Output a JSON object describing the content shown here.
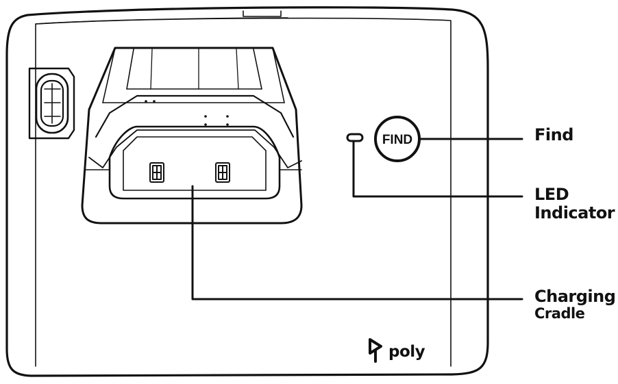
{
  "base_unit": {
    "find_button_text": "FIND",
    "brand_logo_text": "poly"
  },
  "callouts": {
    "find": "Find",
    "led_line1": "LED",
    "led_line2": "Indicator",
    "cradle_line1": "Charging",
    "cradle_line2": "Cradle"
  },
  "colors": {
    "line": "#111111",
    "background": "#ffffff"
  }
}
